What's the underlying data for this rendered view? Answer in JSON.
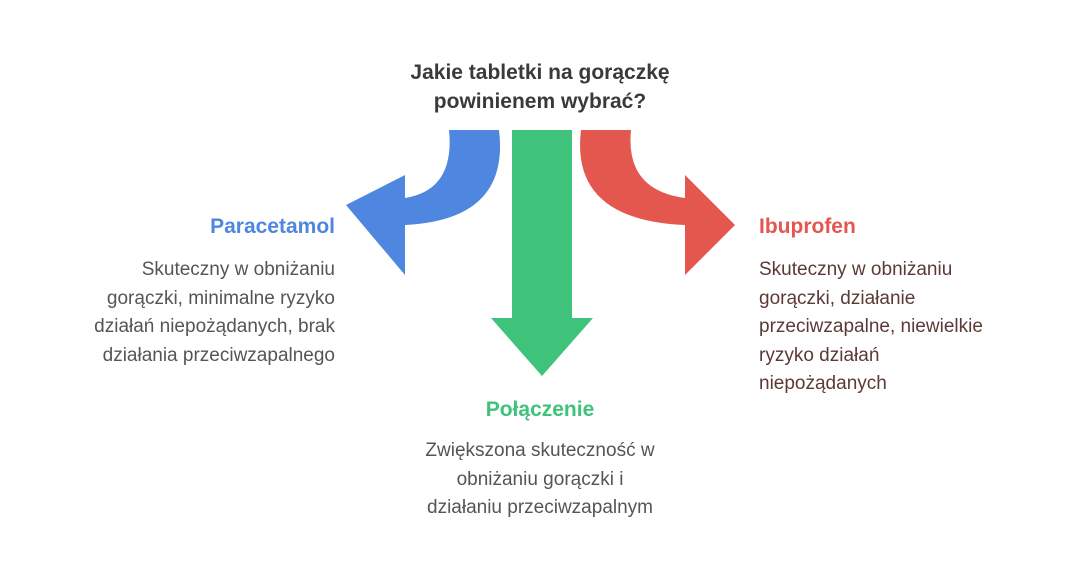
{
  "question": {
    "line1": "Jakie tabletki na gorączkę",
    "line2": "powinienem wybrać?"
  },
  "options": {
    "left": {
      "heading": "Paracetamol",
      "desc": [
        "Skuteczny w obniżaniu",
        "gorączki, minimalne ryzyko",
        "działań niepożądanych, brak",
        "działania przeciwzapalnego"
      ]
    },
    "center": {
      "heading": "Połączenie",
      "desc": [
        "Zwiększona skuteczność w",
        "obniżaniu gorączki i",
        "działaniu przeciwzapalnym"
      ]
    },
    "right": {
      "heading": "Ibuprofen",
      "desc": [
        "Skuteczny w obniżaniu",
        "gorączki, działanie",
        "przeciwzapalne, niewielkie",
        "ryzyko działań",
        "niepożądanych"
      ]
    }
  },
  "colors": {
    "left": "#4f86e0",
    "center": "#3fc27a",
    "right": "#e3574f",
    "left_heading": "#4f86e0",
    "center_heading": "#3fc27a",
    "right_heading": "#e3574f",
    "title_text": "#3a3a3a",
    "left_desc_text": "#555555",
    "center_desc_text": "#555555",
    "right_desc_text": "#5b3a36"
  }
}
